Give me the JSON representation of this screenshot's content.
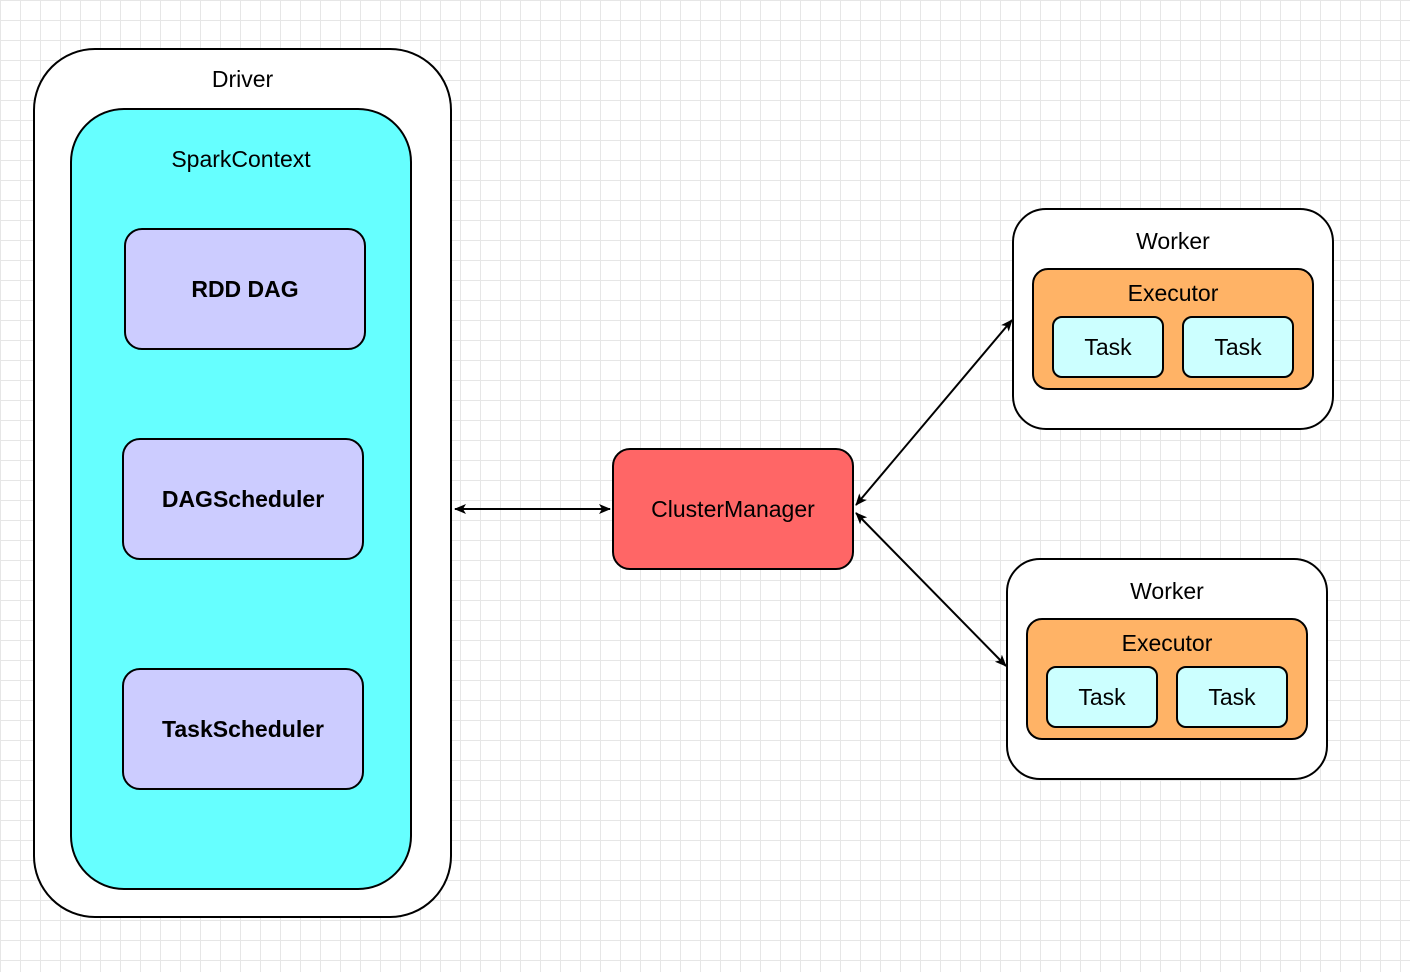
{
  "driver": {
    "label": "Driver"
  },
  "spark_context": {
    "label": "SparkContext",
    "components": {
      "rdd_dag": "RDD DAG",
      "dag_scheduler": "DAGScheduler",
      "task_scheduler": "TaskScheduler"
    }
  },
  "cluster_manager": {
    "label": "ClusterManager"
  },
  "workers": [
    {
      "label": "Worker",
      "executor": {
        "label": "Executor",
        "tasks": [
          "Task",
          "Task"
        ]
      }
    },
    {
      "label": "Worker",
      "executor": {
        "label": "Executor",
        "tasks": [
          "Task",
          "Task"
        ]
      }
    }
  ],
  "colors": {
    "driver_fill": "#ffffff",
    "spark_context_fill": "#66ffff",
    "scheduler_fill": "#ccccff",
    "cluster_manager_fill": "#ff6666",
    "executor_fill": "#ffb366",
    "task_fill": "#ccffff",
    "stroke": "#000000",
    "grid": "#e6e6e6"
  },
  "connections": [
    {
      "from": "driver",
      "to": "cluster_manager",
      "arrows": "both"
    },
    {
      "from": "cluster_manager",
      "to": "worker_1",
      "arrows": "both"
    },
    {
      "from": "cluster_manager",
      "to": "worker_2",
      "arrows": "both"
    }
  ]
}
